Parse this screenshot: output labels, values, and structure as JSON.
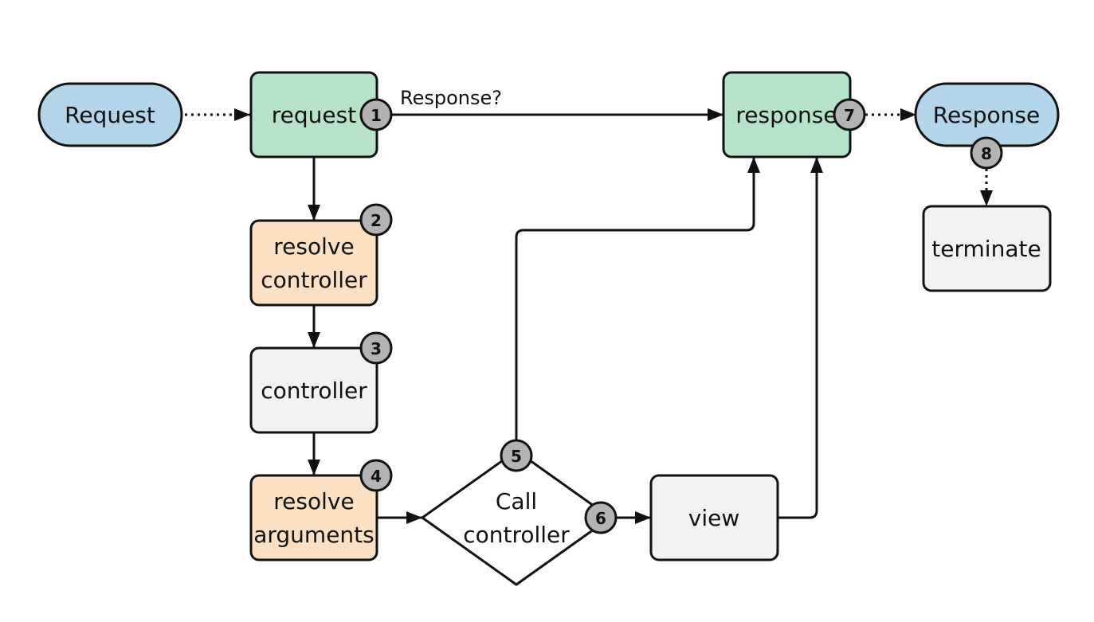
{
  "colors": {
    "terminal": "#b3d5ea",
    "handler": "#b5e2c8",
    "resolver": "#fde0c1",
    "neutral": "#f2f2f2",
    "decision": "#ffffff",
    "badge": "#b3b3b3",
    "stroke": "#111111"
  },
  "nodes": {
    "request_in": {
      "label": "Request"
    },
    "request": {
      "label": "request",
      "badge": "1"
    },
    "resolve_controller": {
      "line1": "resolve",
      "line2": "controller",
      "badge": "2"
    },
    "controller": {
      "label": "controller",
      "badge": "3"
    },
    "resolve_arguments": {
      "line1": "resolve",
      "line2": "arguments",
      "badge": "4"
    },
    "call_controller": {
      "line1": "Call",
      "line2": "controller",
      "badge_top": "5",
      "badge_right": "6"
    },
    "view": {
      "label": "view"
    },
    "response": {
      "label": "response",
      "badge": "7"
    },
    "response_out": {
      "label": "Response",
      "badge": "8"
    },
    "terminate": {
      "label": "terminate"
    }
  },
  "edges": {
    "request_to_response": {
      "label": "Response?"
    }
  }
}
